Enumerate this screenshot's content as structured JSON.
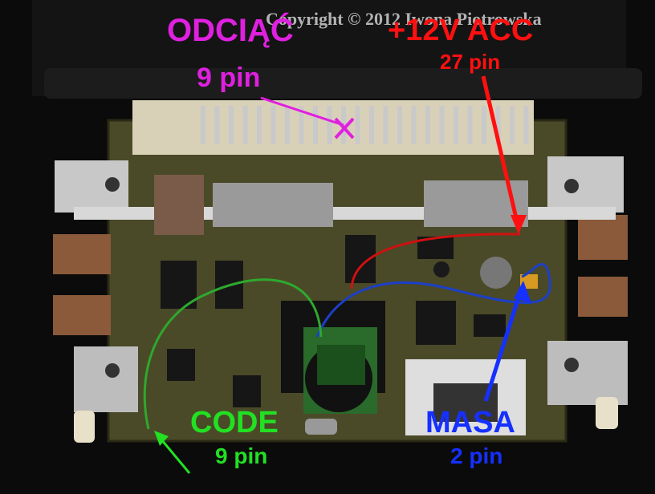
{
  "copyright": "Copyright © 2012 Iwona Piotrowska",
  "labels": {
    "odciac": {
      "title": "ODCIĄĆ",
      "pin": "9 pin",
      "color": "#e020e0"
    },
    "acc": {
      "title": "+12V ACC",
      "pin": "27 pin",
      "color": "#ff1010"
    },
    "code": {
      "title": "CODE",
      "pin": "9 pin",
      "color": "#22e022"
    },
    "masa": {
      "title": "MASA",
      "pin": "2 pin",
      "color": "#1530ff"
    }
  },
  "colors": {
    "pcb": "#4a4a28",
    "connector": "#d9d0b8",
    "pins": "#c9c9c9",
    "metal": "#c8c8c8",
    "wire_red": "#d01010",
    "wire_blue": "#1c3fc8",
    "wire_green": "#2ea82e",
    "copyright": "#e8e8e8"
  }
}
